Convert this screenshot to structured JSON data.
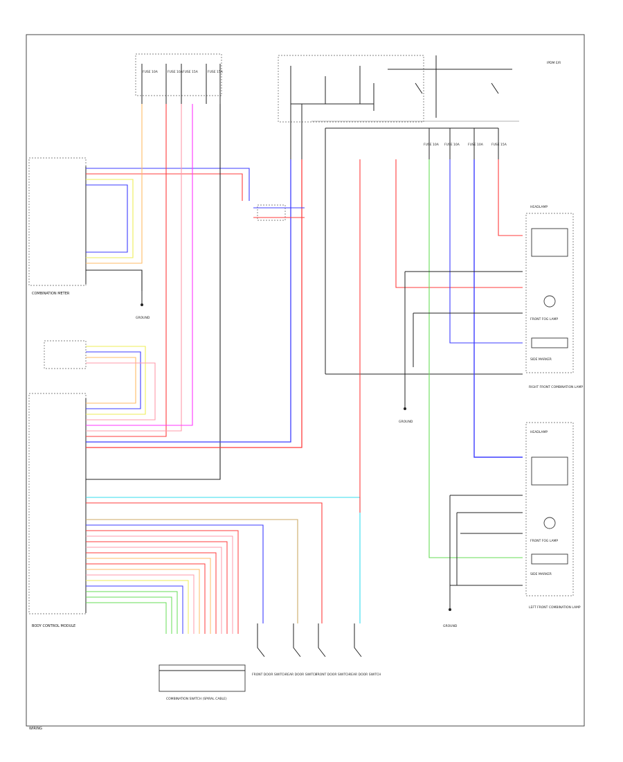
{
  "diagram": {
    "page_code": "WIRING",
    "components": {
      "combination_meter": "COMBINATION METER",
      "body_control_module": "BODY CONTROL MODULE",
      "combination_switch": "COMBINATION SWITCH (SPIRAL CABLE)",
      "right_front_lamp": "RIGHT FRONT COMBINATION LAMP",
      "left_front_lamp": "LEFT FRONT COMBINATION LAMP",
      "headlamp_right": "HEADLAMP",
      "headlamp_left": "HEADLAMP",
      "front_fog_right": "FRONT FOG LAMP",
      "front_fog_left": "FRONT FOG LAMP",
      "side_marker_right": "SIDE MARKER",
      "side_marker_left": "SIDE MARKER",
      "ipdm": "IPDM E/R",
      "door_switches": [
        "FRONT DOOR SWITCH",
        "REAR DOOR SWITCH",
        "FRONT DOOR SWITCH",
        "REAR DOOR SWITCH"
      ],
      "ground_1": "GROUND",
      "ground_2": "GROUND",
      "ground_3": "GROUND"
    },
    "fuses": [
      "FUSE 10A",
      "FUSE 10A",
      "FUSE 15A",
      "FUSE 15A",
      "FUSE 10A",
      "FUSE 10A",
      "FUSE 10A",
      "FUSE 15A"
    ],
    "wire_colors": {
      "red": "#ff3b3b",
      "pink": "#ff99aa",
      "blue": "#3b3bff",
      "violet": "#b07bff",
      "magenta": "#ff33ff",
      "orange": "#ffbb66",
      "yellow": "#eeee55",
      "green": "#66dd55",
      "cyan": "#33ddee",
      "tan": "#ccaa66",
      "black": "#222222",
      "gray": "#999999"
    }
  }
}
